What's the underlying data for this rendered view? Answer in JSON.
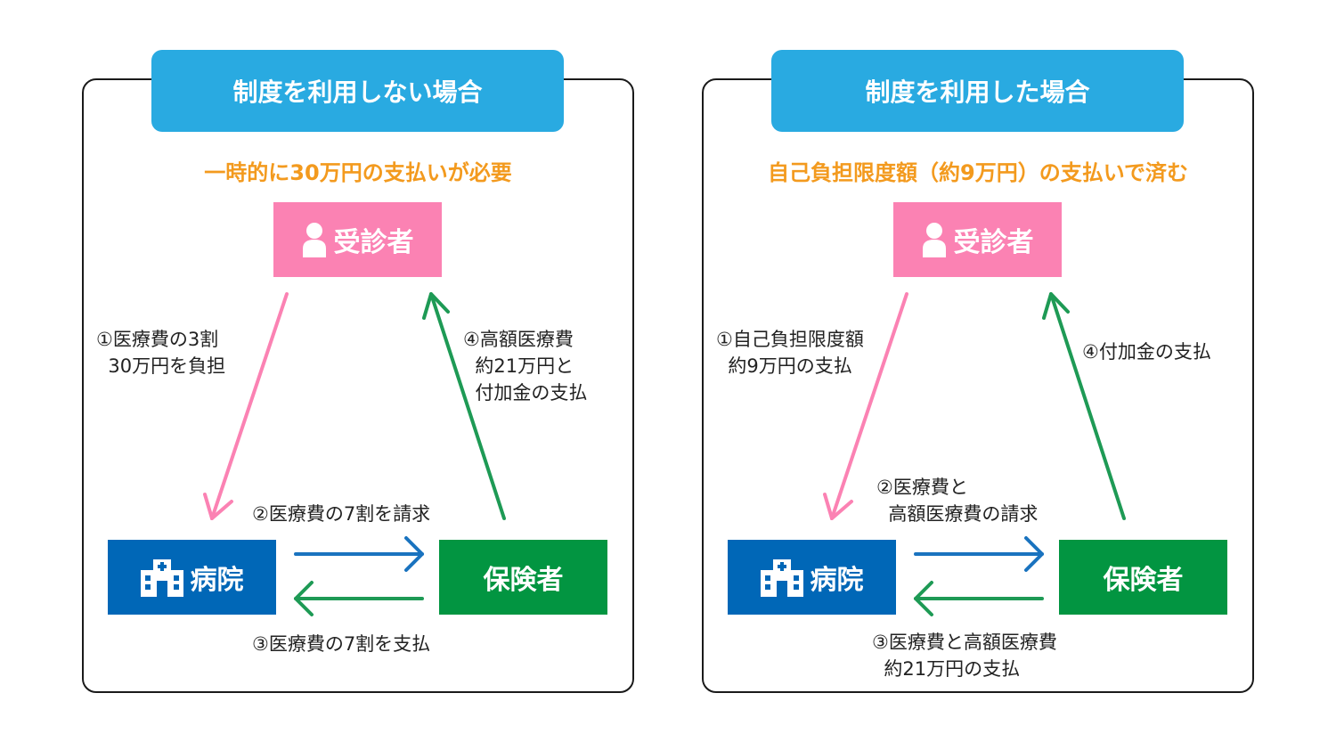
{
  "colors": {
    "header_bg": "#29aae1",
    "subtitle": "#f39a1e",
    "patient": "#fb82b3",
    "hospital": "#0067b7",
    "insurer": "#029541",
    "pink_arrow": "#fb82b3",
    "green_arrow": "#1e9a55",
    "blue_arrow": "#1a73bf"
  },
  "left": {
    "header": "制度を利用しない場合",
    "subtitle": "一時的に30万円の支払いが必要",
    "patient_label": "受診者",
    "hospital_label": "病院",
    "insurer_label": "保険者",
    "step1": "①医療費の3割\n  30万円を負担",
    "step2": "②医療費の7割を請求",
    "step3": "③医療費の7割を支払",
    "step4": "④高額医療費\n  約21万円と\n  付加金の支払"
  },
  "right": {
    "header": "制度を利用した場合",
    "subtitle": "自己負担限度額（約9万円）の支払いで済む",
    "patient_label": "受診者",
    "hospital_label": "病院",
    "insurer_label": "保険者",
    "step1": "①自己負担限度額\n  約9万円の支払",
    "step2": "②医療費と\n  高額医療費の請求",
    "step3": "③医療費と高額医療費\n  約21万円の支払",
    "step4": "④付加金の支払"
  },
  "icons": {
    "patient": "person-icon",
    "hospital": "hospital-building-icon"
  }
}
